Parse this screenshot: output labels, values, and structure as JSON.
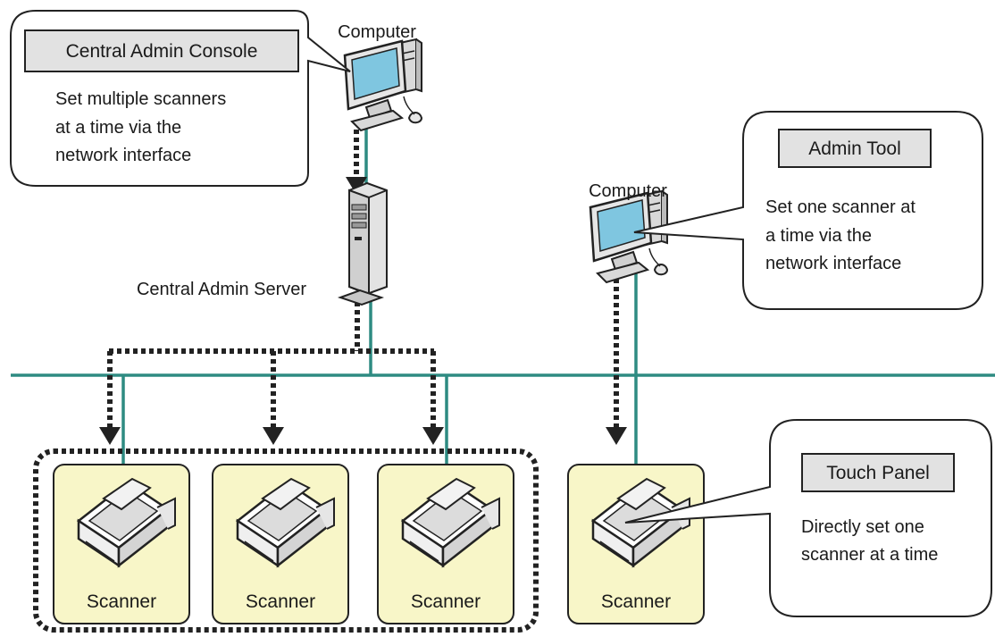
{
  "labels": {
    "computer_1": "Computer",
    "computer_2": "Computer",
    "server": "Central Admin Server"
  },
  "callouts": {
    "central": {
      "title": "Central Admin Console",
      "lines": [
        "Set multiple scanners",
        "at a time via the",
        "network interface"
      ]
    },
    "admin_tool": {
      "title": "Admin Tool",
      "lines": [
        "Set one scanner at",
        "a time via the",
        "network interface"
      ]
    },
    "touch_panel": {
      "title": "Touch Panel",
      "lines": [
        "Directly set one",
        "scanner at a time"
      ]
    }
  },
  "scanners": [
    {
      "label": "Scanner"
    },
    {
      "label": "Scanner"
    },
    {
      "label": "Scanner"
    },
    {
      "label": "Scanner"
    }
  ],
  "colors": {
    "network": "#2e8b82",
    "scanner_fill": "#f8f6c8",
    "title_fill": "#e2e2e2",
    "screen": "#7fc6e0"
  }
}
